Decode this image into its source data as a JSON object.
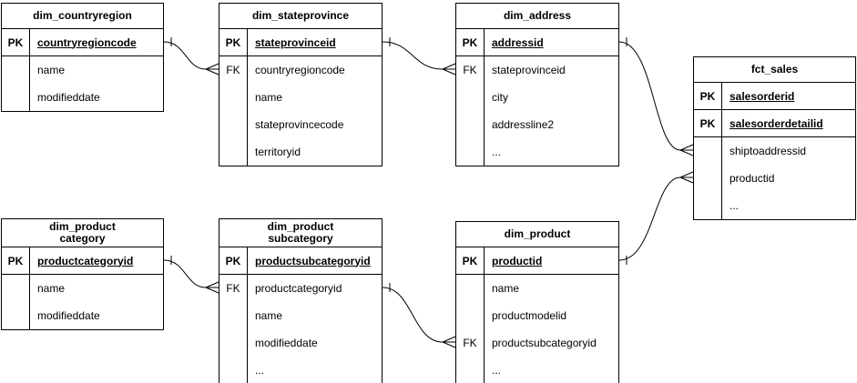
{
  "diagram": {
    "background_color": "#ffffff",
    "line_color": "#000000",
    "text_color": "#000000",
    "tables": [
      {
        "title": "dim_countryregion",
        "rows": [
          {
            "key": "PK",
            "label": "countryregioncode"
          },
          {
            "key": "",
            "label": "name"
          },
          {
            "key": "",
            "label": "modifieddate"
          }
        ]
      },
      {
        "title": "dim_stateprovince",
        "rows": [
          {
            "key": "PK",
            "label": "stateprovinceid"
          },
          {
            "key": "FK",
            "label": "countryregioncode"
          },
          {
            "key": "",
            "label": "name"
          },
          {
            "key": "",
            "label": "stateprovincecode"
          },
          {
            "key": "",
            "label": "territoryid"
          }
        ]
      },
      {
        "title": "dim_address",
        "rows": [
          {
            "key": "PK",
            "label": "addressid"
          },
          {
            "key": "FK",
            "label": "stateprovinceid"
          },
          {
            "key": "",
            "label": "city"
          },
          {
            "key": "",
            "label": "addressline2"
          },
          {
            "key": "",
            "label": "..."
          }
        ]
      },
      {
        "title": "fct_sales",
        "rows": [
          {
            "key": "PK",
            "label": "salesorderid"
          },
          {
            "key": "PK",
            "label": "salesorderdetailid"
          },
          {
            "key": "",
            "label": "shiptoaddressid"
          },
          {
            "key": "",
            "label": "productid"
          },
          {
            "key": "",
            "label": "..."
          }
        ]
      },
      {
        "title": "dim_product\ncategory",
        "rows": [
          {
            "key": "PK",
            "label": "productcategoryid"
          },
          {
            "key": "",
            "label": "name"
          },
          {
            "key": "",
            "label": "modifieddate"
          }
        ]
      },
      {
        "title": "dim_product\nsubcategory",
        "rows": [
          {
            "key": "PK",
            "label": "productsubcategoryid"
          },
          {
            "key": "FK",
            "label": "productcategoryid"
          },
          {
            "key": "",
            "label": "name"
          },
          {
            "key": "",
            "label": "modifieddate"
          },
          {
            "key": "",
            "label": "..."
          }
        ]
      },
      {
        "title": "dim_product",
        "rows": [
          {
            "key": "PK",
            "label": "productid"
          },
          {
            "key": "",
            "label": "name"
          },
          {
            "key": "",
            "label": "productmodelid"
          },
          {
            "key": "FK",
            "label": "productsubcategoryid"
          },
          {
            "key": "",
            "label": "..."
          }
        ]
      }
    ],
    "relationships": [
      {
        "from": "dim_countryregion.countryregioncode",
        "to": "dim_stateprovince.countryregioncode",
        "cardinality": "one_to_many"
      },
      {
        "from": "dim_stateprovince.stateprovinceid",
        "to": "dim_address.stateprovinceid",
        "cardinality": "one_to_many"
      },
      {
        "from": "dim_address.addressid",
        "to": "fct_sales.shiptoaddressid",
        "cardinality": "one_to_many"
      },
      {
        "from": "dim_productcategory.productcategoryid",
        "to": "dim_productsubcategory.productcategoryid",
        "cardinality": "one_to_many"
      },
      {
        "from": "dim_productsubcategory.productsubcategoryid",
        "to": "dim_product.productsubcategoryid",
        "cardinality": "one_to_many"
      },
      {
        "from": "dim_product.productid",
        "to": "fct_sales.productid",
        "cardinality": "one_to_many"
      }
    ]
  }
}
